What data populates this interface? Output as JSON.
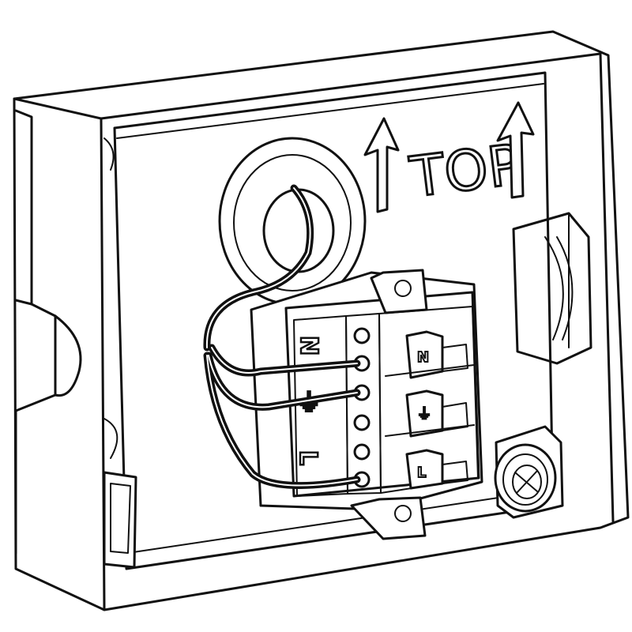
{
  "orientation_label": "TOP",
  "terminal_labels": {
    "neutral": "N",
    "earth": "⏚",
    "live": "L"
  },
  "connector_labels": {
    "neutral": "N",
    "earth": "⏚",
    "live": "L"
  },
  "colors": {
    "line": "#111111",
    "background": "#ffffff"
  }
}
